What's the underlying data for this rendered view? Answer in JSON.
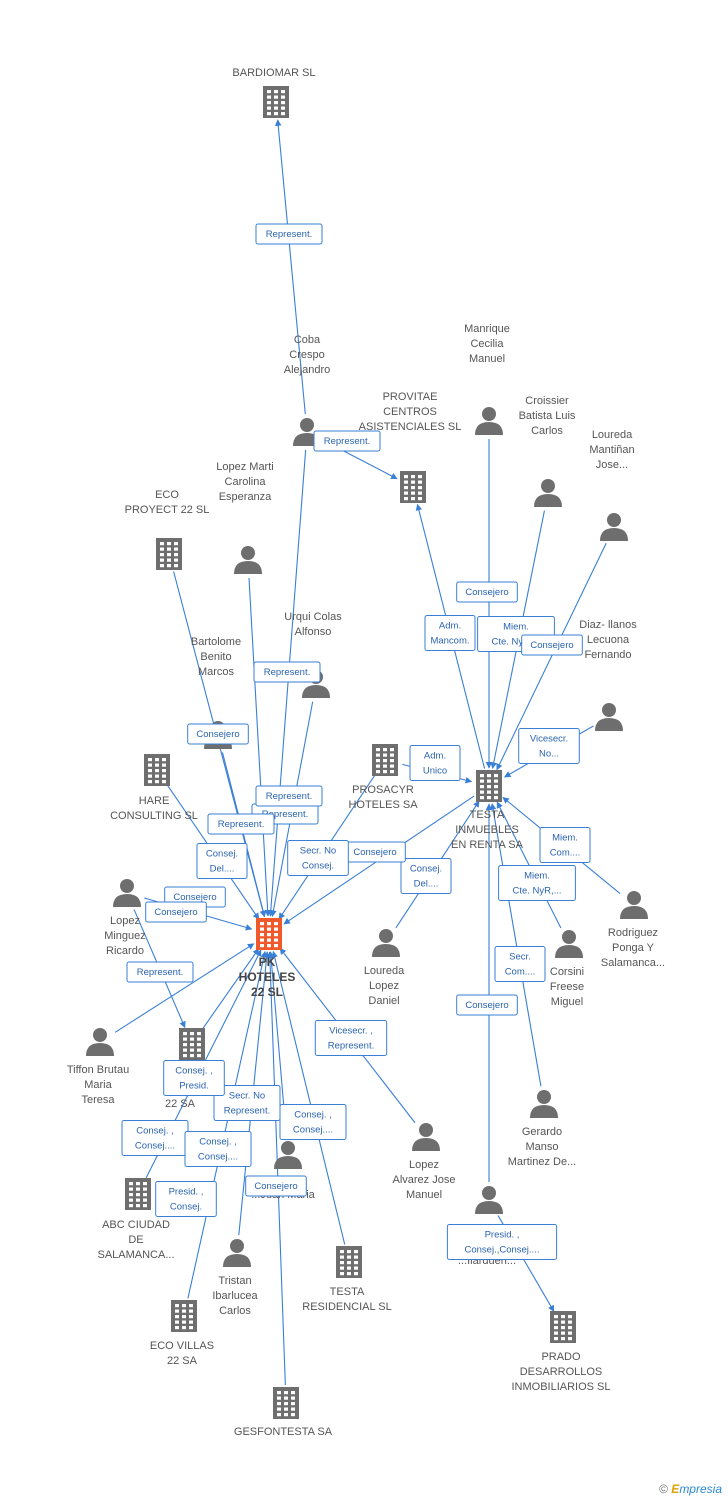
{
  "colors": {
    "edge": "#3a7fd6",
    "icon": "#6e6e6e",
    "main": "#f0592b",
    "label": "#555555"
  },
  "nodes": [
    {
      "id": "bardiomar",
      "type": "company",
      "lines": [
        "BARDIOMAR SL"
      ]
    },
    {
      "id": "coba",
      "type": "person",
      "lines": [
        "Coba",
        "Crespo",
        "Alejandro"
      ]
    },
    {
      "id": "provitae",
      "type": "company",
      "lines": [
        "PROVITAE",
        "CENTROS",
        "ASISTENCIALES SL"
      ]
    },
    {
      "id": "manrique",
      "type": "person",
      "lines": [
        "Manrique",
        "Cecilia",
        "Manuel"
      ]
    },
    {
      "id": "croissier",
      "type": "person",
      "lines": [
        "Croissier",
        "Batista Luis",
        "Carlos"
      ]
    },
    {
      "id": "loureda_m",
      "type": "person",
      "lines": [
        "Loureda",
        "Mantiñan",
        "Jose..."
      ]
    },
    {
      "id": "eco_proyect",
      "type": "company",
      "lines": [
        "ECO",
        "PROYECT 22 SL"
      ]
    },
    {
      "id": "lopez_marti",
      "type": "person",
      "lines": [
        "Lopez Marti",
        "Carolina",
        "Esperanza"
      ]
    },
    {
      "id": "urqui",
      "type": "person",
      "lines": [
        "Urqui Colas",
        "Alfonso"
      ]
    },
    {
      "id": "bartolome",
      "type": "person",
      "lines": [
        "Bartolome",
        "Benito",
        "Marcos"
      ]
    },
    {
      "id": "diaz",
      "type": "person",
      "lines": [
        "Diaz- llanos",
        "Lecuona",
        "Fernando"
      ]
    },
    {
      "id": "hare",
      "type": "company",
      "lines": [
        "HARE",
        "CONSULTING SL"
      ]
    },
    {
      "id": "prosacyr",
      "type": "company",
      "lines": [
        "PROSACYR",
        "HOTELES SA"
      ]
    },
    {
      "id": "testa_inm",
      "type": "company",
      "lines": [
        "TESTA",
        "INMUEBLES",
        "EN RENTA SA"
      ]
    },
    {
      "id": "pk",
      "type": "main",
      "lines": [
        "PK",
        "HOTELES",
        "22 SL"
      ]
    },
    {
      "id": "lopez_minguez",
      "type": "person",
      "lines": [
        "Lopez",
        "Minguez",
        "Ricardo"
      ]
    },
    {
      "id": "loureda_l",
      "type": "person",
      "lines": [
        "Loureda",
        "Lopez",
        "Daniel"
      ]
    },
    {
      "id": "rodriguez",
      "type": "person",
      "lines": [
        "Rodriguez",
        "Ponga Y",
        "Salamanca..."
      ]
    },
    {
      "id": "corsini",
      "type": "person",
      "lines": [
        "Corsini",
        "Freese",
        "Miguel"
      ]
    },
    {
      "id": "tiffon",
      "type": "person",
      "lines": [
        "Tiffon Brutau",
        "Maria",
        "Teresa"
      ]
    },
    {
      "id": "sa22",
      "type": "company",
      "lines": [
        "S...",
        "22 SA"
      ]
    },
    {
      "id": "gerardo",
      "type": "person",
      "lines": [
        "Gerardo",
        "Manso",
        "Martinez De..."
      ]
    },
    {
      "id": "lopez_alvarez",
      "type": "person",
      "lines": [
        "Lopez",
        "Alvarez Jose",
        "Manuel"
      ]
    },
    {
      "id": "abc",
      "type": "company",
      "lines": [
        "ABC CIUDAD",
        "DE",
        "SALAMANCA..."
      ]
    },
    {
      "id": "juan",
      "type": "person",
      "lines": [
        "...Juan Maria"
      ]
    },
    {
      "id": "ilarduen",
      "type": "person",
      "lines": [
        "...Ilarduen..."
      ]
    },
    {
      "id": "tristan",
      "type": "person",
      "lines": [
        "Tristan",
        "Ibarlucea",
        "Carlos"
      ]
    },
    {
      "id": "testa_res",
      "type": "company",
      "lines": [
        "TESTA",
        "RESIDENCIAL SL"
      ]
    },
    {
      "id": "prado",
      "type": "company",
      "lines": [
        "PRADO",
        "DESARROLLOS",
        "INMOBILIARIOS SL"
      ]
    },
    {
      "id": "eco_villas",
      "type": "company",
      "lines": [
        "ECO VILLAS",
        "22 SA"
      ]
    },
    {
      "id": "gesfontesta",
      "type": "company",
      "lines": [
        "GESFONTESTA SA"
      ]
    }
  ],
  "edges": [
    {
      "from": "coba",
      "to": "bardiomar",
      "label": [
        "Represent."
      ]
    },
    {
      "from": "coba",
      "to": "provitae",
      "label": [
        "Represent."
      ]
    },
    {
      "from": "coba",
      "to": "pk",
      "label": [
        "Represent."
      ]
    },
    {
      "from": "testa_inm",
      "to": "provitae",
      "label": [
        "Adm.",
        "Mancom."
      ]
    },
    {
      "from": "manrique",
      "to": "testa_inm",
      "label": [
        "Consejero"
      ]
    },
    {
      "from": "croissier",
      "to": "testa_inm",
      "label": [
        "Miem.",
        "Cte. NyR,..."
      ]
    },
    {
      "from": "loureda_m",
      "to": "testa_inm",
      "label": [
        "Consejero"
      ]
    },
    {
      "from": "diaz",
      "to": "testa_inm",
      "label": [
        "Vicesecr.",
        "No..."
      ]
    },
    {
      "from": "prosacyr",
      "to": "testa_inm",
      "label": [
        "Adm.",
        "Unico"
      ]
    },
    {
      "from": "rodriguez",
      "to": "testa_inm",
      "label": [
        "Miem.",
        "Com...."
      ]
    },
    {
      "from": "corsini",
      "to": "testa_inm",
      "label": [
        "Miem.",
        "Cte. NyR,..."
      ]
    },
    {
      "from": "gerardo",
      "to": "testa_inm",
      "label": [
        "Secr.",
        "Com...."
      ]
    },
    {
      "from": "ilarduen",
      "to": "testa_inm",
      "label": [
        "Consejero"
      ]
    },
    {
      "from": "loureda_l",
      "to": "testa_inm",
      "label": [
        "Consej.",
        "Del...."
      ]
    },
    {
      "from": "testa_inm",
      "to": "pk",
      "label": [
        "Consejero"
      ]
    },
    {
      "from": "prosacyr",
      "to": "pk",
      "label": [
        "Secr.  No",
        "Consej."
      ]
    },
    {
      "from": "lopez_alvarez",
      "to": "pk",
      "label": [
        "Vicesecr. ,",
        "Represent."
      ]
    },
    {
      "from": "eco_proyect",
      "to": "pk",
      "label": [
        "Represent."
      ]
    },
    {
      "from": "lopez_marti",
      "to": "pk",
      "label": [
        "Represent."
      ]
    },
    {
      "from": "urqui",
      "to": "pk",
      "label": [
        "Represent."
      ]
    },
    {
      "from": "bartolome",
      "to": "pk",
      "label": [
        "Consejero"
      ]
    },
    {
      "from": "hare",
      "to": "pk",
      "label": [
        "Consej.",
        "Del...."
      ]
    },
    {
      "from": "lopez_minguez",
      "to": "pk",
      "label": [
        "Consejero"
      ]
    },
    {
      "from": "tiffon",
      "to": "pk",
      "label": [
        "Represent."
      ]
    },
    {
      "from": "abc",
      "to": "pk",
      "label": [
        "Consej. ,",
        "Consej...."
      ]
    },
    {
      "from": "eco_villas",
      "to": "pk",
      "label": [
        "Presid. ,",
        "Consej."
      ]
    },
    {
      "from": "tristan",
      "to": "pk",
      "label": [
        "Consej. ,",
        "Consej...."
      ]
    },
    {
      "from": "juan",
      "to": "pk",
      "label": [
        "Secr.  No",
        "Represent."
      ]
    },
    {
      "from": "testa_res",
      "to": "pk",
      "label": [
        "Consej. ,",
        "Consej...."
      ]
    },
    {
      "from": "gesfontesta",
      "to": "pk",
      "label": [
        "Consejero"
      ]
    },
    {
      "from": "sa22",
      "to": "pk",
      "label": [
        "Consej. ,",
        "Presid."
      ]
    },
    {
      "from": "lopez_minguez",
      "to": "sa22",
      "label": [
        "Consejero"
      ]
    },
    {
      "from": "ilarduen",
      "to": "prado",
      "label": [
        "Presid. ,",
        "Consej.,Consej...."
      ]
    }
  ],
  "credit": {
    "copyright": "©",
    "brand_initial": "E",
    "brand_rest": "mpresia"
  }
}
